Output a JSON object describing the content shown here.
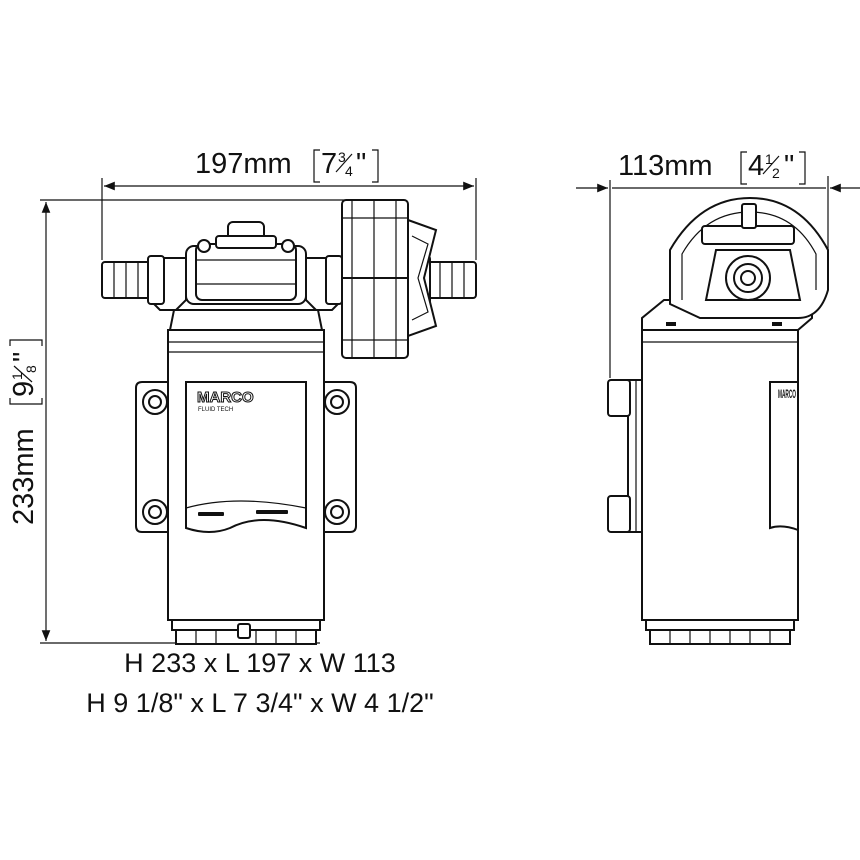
{
  "dimensions": {
    "length": {
      "metric": "197mm",
      "imperial_whole": "7",
      "imperial_num": "3",
      "imperial_den": "4",
      "quote": "\""
    },
    "width": {
      "metric": "113mm",
      "imperial_whole": "4",
      "imperial_num": "1",
      "imperial_den": "2",
      "quote": "\""
    },
    "height": {
      "metric": "233mm",
      "imperial_whole": "9",
      "imperial_num": "1",
      "imperial_den": "8",
      "quote": "\""
    }
  },
  "summary": {
    "metric": "H 233 x L 197 x W 113",
    "imperial": "H 9 1/8\" x L 7 3/4\" x W 4 1/2\""
  },
  "brand": {
    "logo_text": "MARCO",
    "logo_subtext": "FLUID TECH"
  },
  "colors": {
    "line": "#111111",
    "background": "#ffffff"
  }
}
